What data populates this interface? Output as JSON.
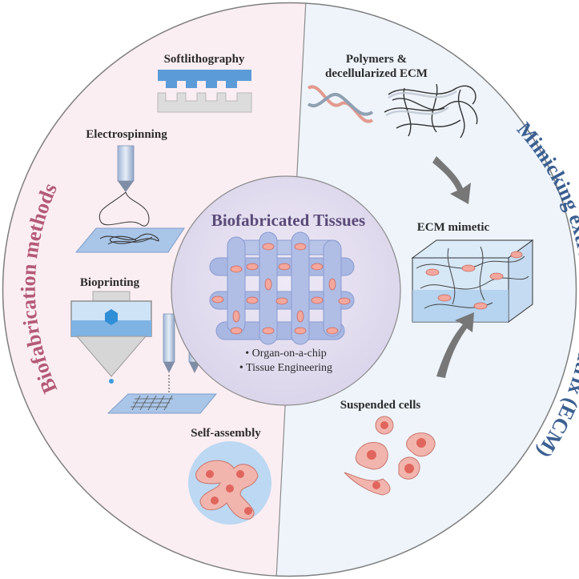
{
  "center": {
    "title": "Biofabricated Tissues",
    "bullets": [
      "Organ-on-a-chip",
      "Tissue Engineering"
    ]
  },
  "left_panel": {
    "arc_title": "Biofabrication methods",
    "methods": [
      "Softlithography",
      "Electrospinning",
      "Bioprinting",
      "Self-assembly"
    ]
  },
  "right_panel": {
    "arc_title": "Mimicking extracellular matrix (ECM)",
    "polymers_label_line1": "Polymers &",
    "polymers_label_line2": "decellularized ECM",
    "ecm_label": "ECM mimetic",
    "cells_label": "Suspended cells"
  },
  "colors": {
    "left_bg": "#fbeef3",
    "right_bg": "#eef4fa",
    "left_title": "#b45a76",
    "right_title": "#3b5f91",
    "center_title": "#5a4a78",
    "cell_fill": "#e8877b",
    "scaffold": "#9fb0dc"
  }
}
